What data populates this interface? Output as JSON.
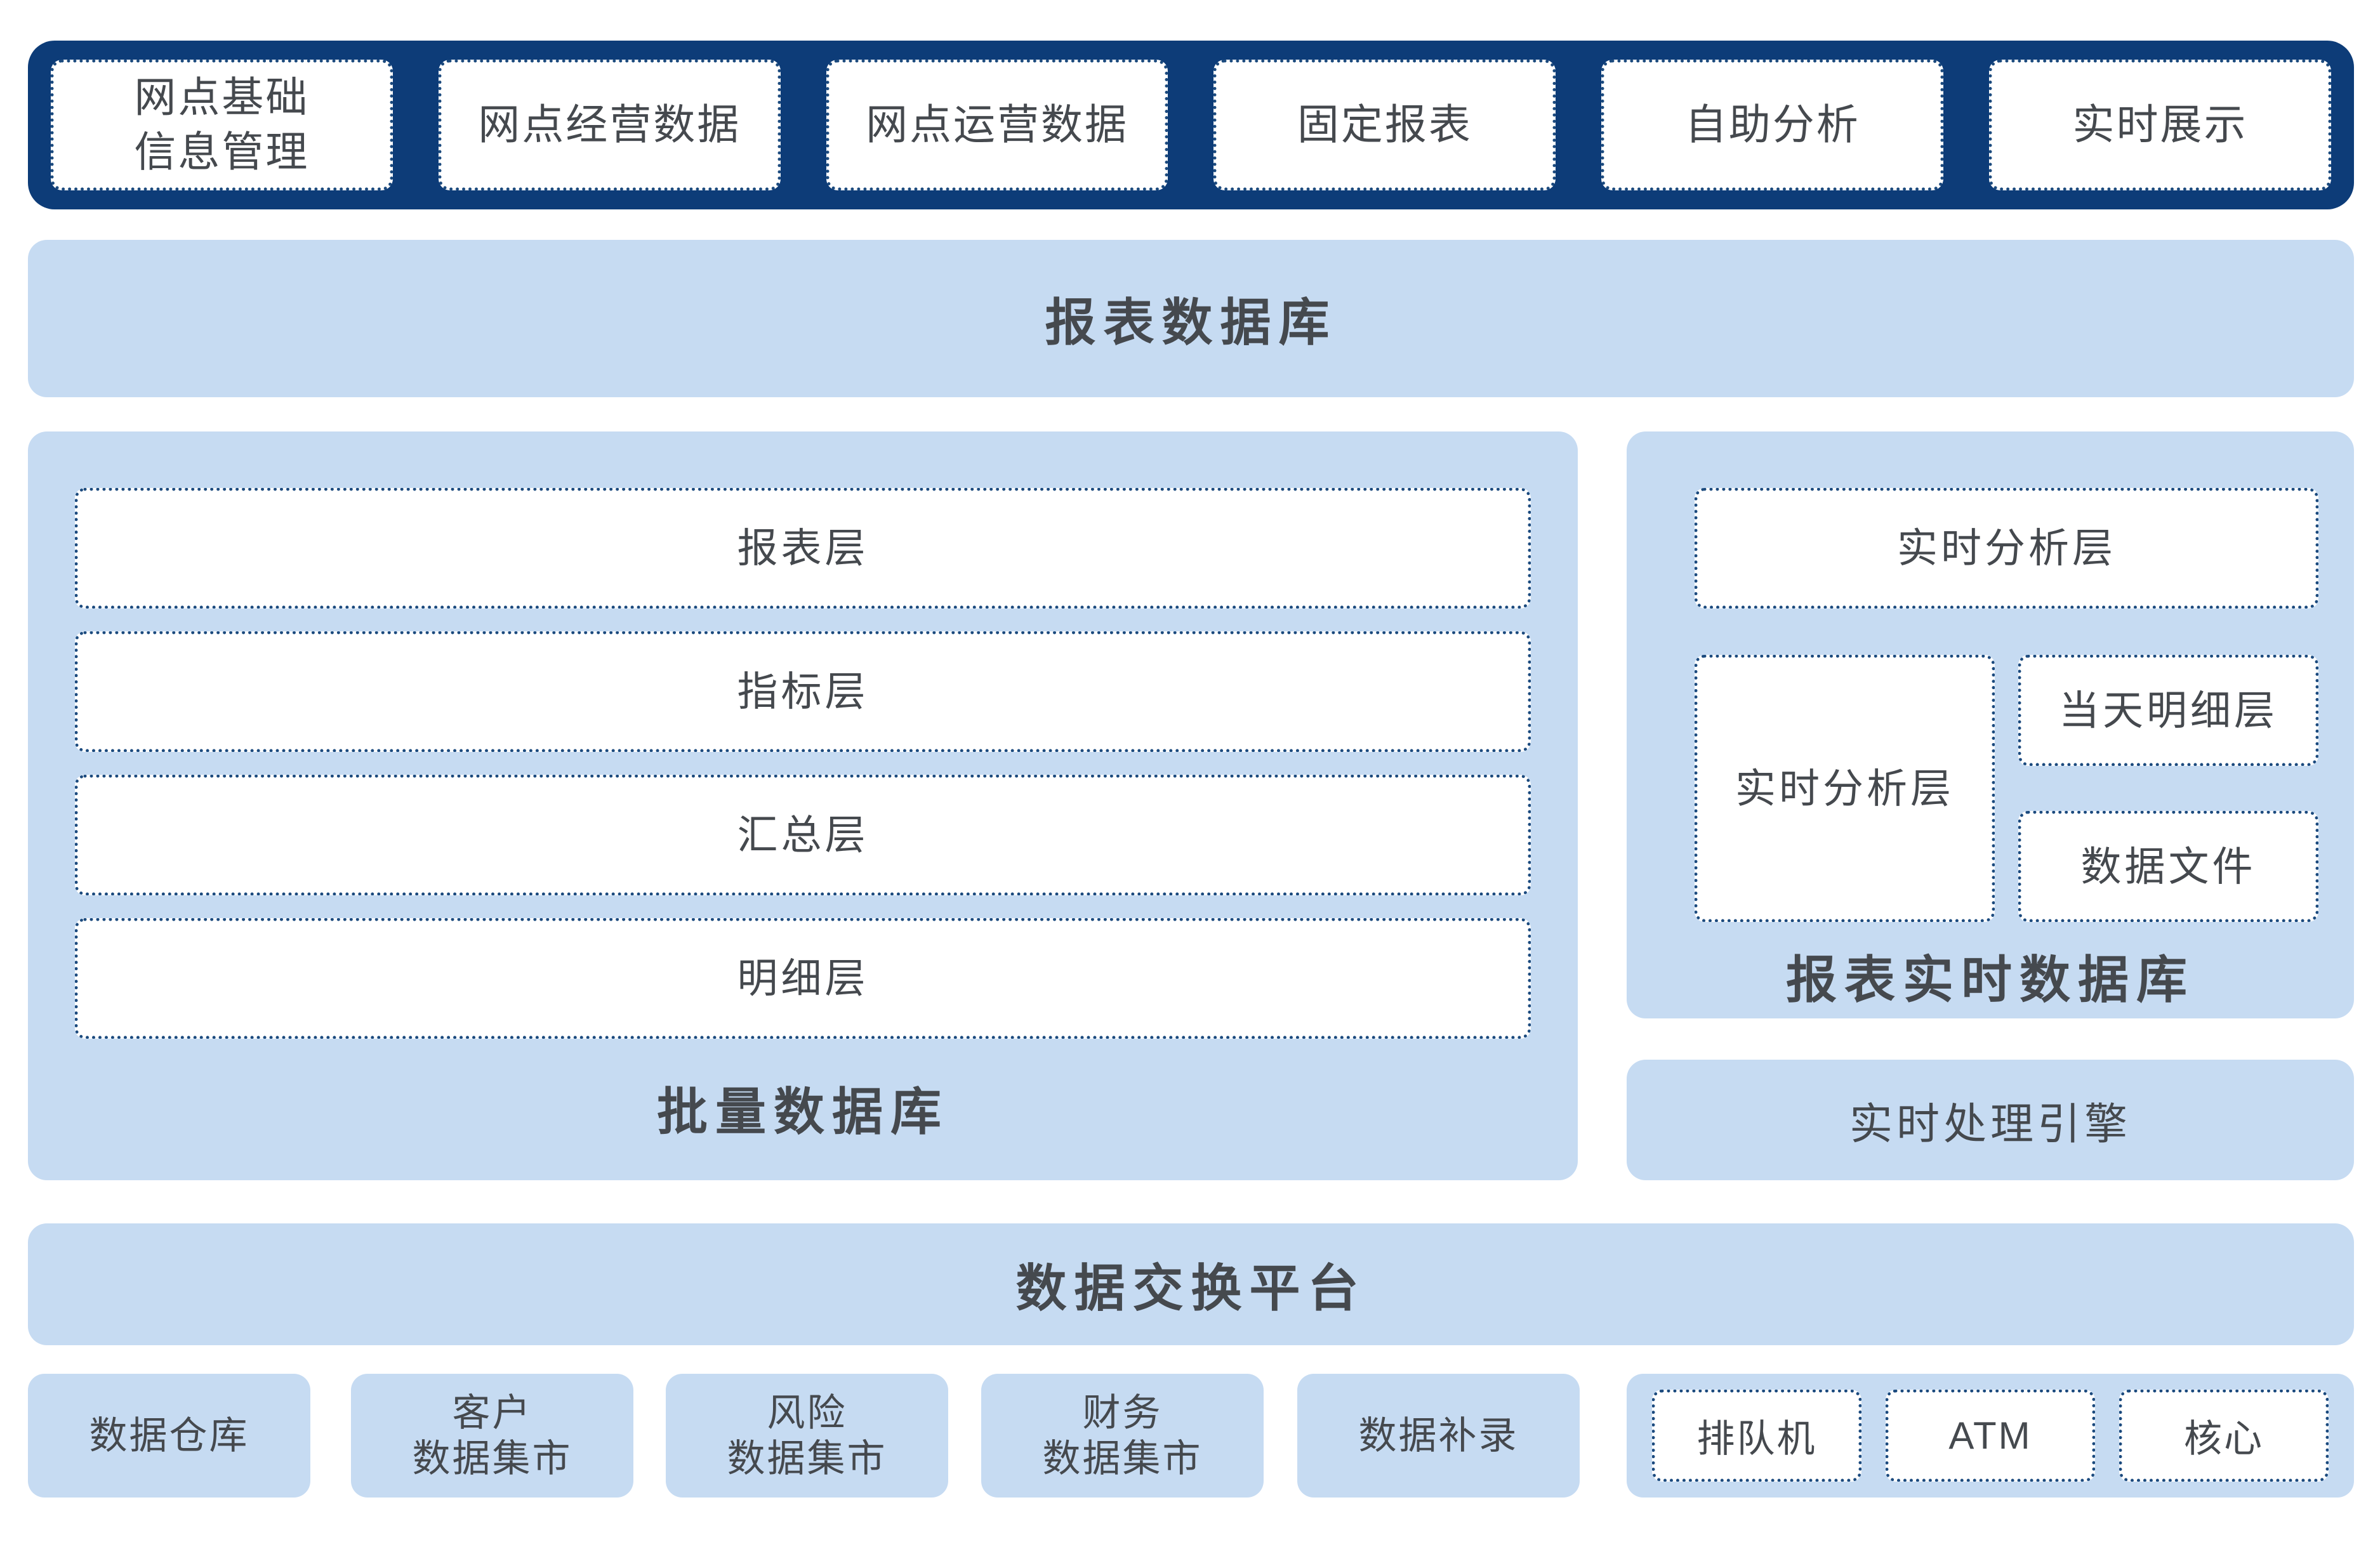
{
  "colors": {
    "navy": "#0d3c78",
    "panel": "#c6dbf2",
    "border": "#1b4a7e",
    "text": "#45494e",
    "bg": "#ffffff"
  },
  "top_bar": {
    "items": [
      "网点基础\n信息管理",
      "网点经营数据",
      "网点运营数据",
      "固定报表",
      "自助分析",
      "实时展示"
    ]
  },
  "report_db": {
    "label": "报表数据库"
  },
  "batch_panel": {
    "layers": [
      "报表层",
      "指标层",
      "汇总层",
      "明细层"
    ],
    "label": "批量数据库"
  },
  "realtime_panel": {
    "top_layer": "实时分析层",
    "left_layer": "实时分析层",
    "right_layers": [
      "当天明细层",
      "数据文件"
    ],
    "label": "报表实时数据库"
  },
  "realtime_engine": {
    "label": "实时处理引擎"
  },
  "exchange": {
    "label": "数据交换平台"
  },
  "sources": {
    "items": [
      "数据仓库",
      "客户\n数据集市",
      "风险\n数据集市",
      "财务\n数据集市",
      "数据补录"
    ]
  },
  "channels": {
    "items": [
      "排队机",
      "ATM",
      "核心"
    ]
  }
}
